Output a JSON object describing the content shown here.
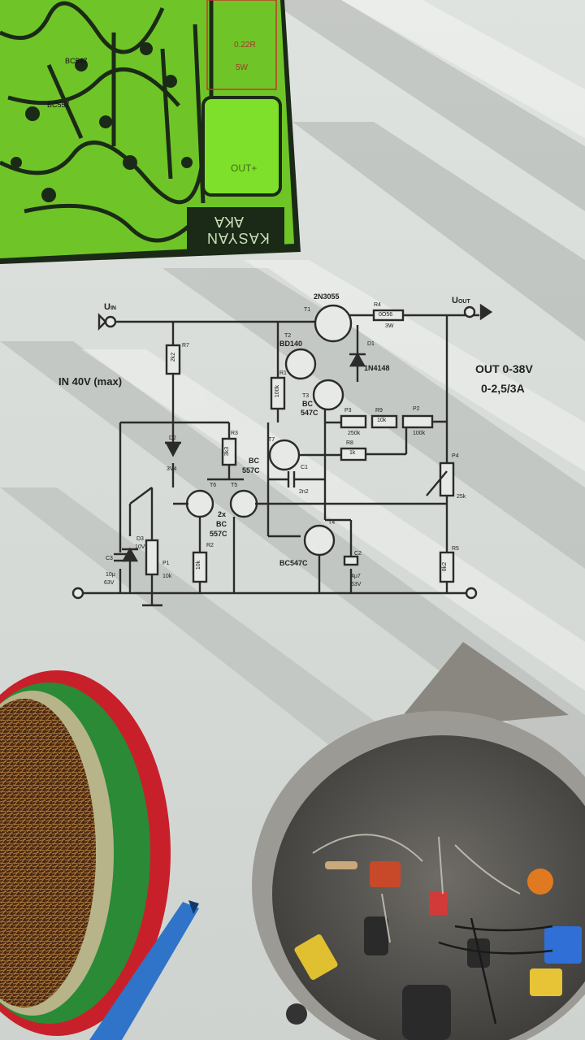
{
  "pcb": {
    "credit_line1": "AKA",
    "credit_line2": "KASYAN",
    "labels": [
      "BC547",
      "BC557",
      "0.22R",
      "5W",
      "OUT+"
    ]
  },
  "schematic": {
    "input_label": "U",
    "input_sub": "IN",
    "output_label": "U",
    "output_sub": "OUT",
    "in_note": "IN  40V (max)",
    "out_note_1": "OUT 0-38V",
    "out_note_2": "0-2,5/3A",
    "components": {
      "t1": "2N3055",
      "t1_ref": "T1",
      "t2": "BD140",
      "t2_ref": "T2",
      "t3_line1": "BC",
      "t3_line2": "547C",
      "t3_ref": "T3",
      "t4": "BC547C",
      "t4_ref": "T4",
      "t56_line1": "2x",
      "t56_line2": "BC",
      "t56_line3": "557C",
      "t5_ref": "T5",
      "t6_ref": "T6",
      "t7_line1": "BC",
      "t7_line2": "557C",
      "t7_ref": "T7",
      "r4_ref": "R4",
      "r4": "0O56",
      "r4_power": "3W",
      "d1_ref": "D1",
      "d1": "1N4148",
      "d2_ref": "D2",
      "d2": "3V4",
      "d3_ref": "D3",
      "d3": "10V",
      "r1_ref": "R1",
      "r1": "100k",
      "r2_ref": "R2",
      "r2": "10k",
      "r3_ref": "R3",
      "r3": "3k3",
      "r5_ref": "R5",
      "r5": "8k2",
      "r7_ref": "R7",
      "r7": "2k2",
      "r8_ref": "R8",
      "r8": "1k",
      "r9_ref": "R9",
      "r9": "10k",
      "p1_ref": "P1",
      "p1": "10k",
      "p2_ref": "P2",
      "p2": "100k",
      "p3_ref": "P3",
      "p3": "250k",
      "p4_ref": "P4",
      "p4": "25k",
      "c1_ref": "C1",
      "c1": "2n2",
      "c2_ref": "C2",
      "c2_val": "4μ7",
      "c2_v": "63V",
      "c3_ref": "C3",
      "c3_val": "10μ",
      "c3_v": "63V"
    }
  },
  "colors": {
    "pcb_green": "#7ee02a",
    "pcb_dark": "#1b2a17",
    "paper": "#e6e9e6",
    "shade": "#b9bdb9",
    "tin_red": "#c8202a",
    "pen_blue": "#2f74c8"
  }
}
